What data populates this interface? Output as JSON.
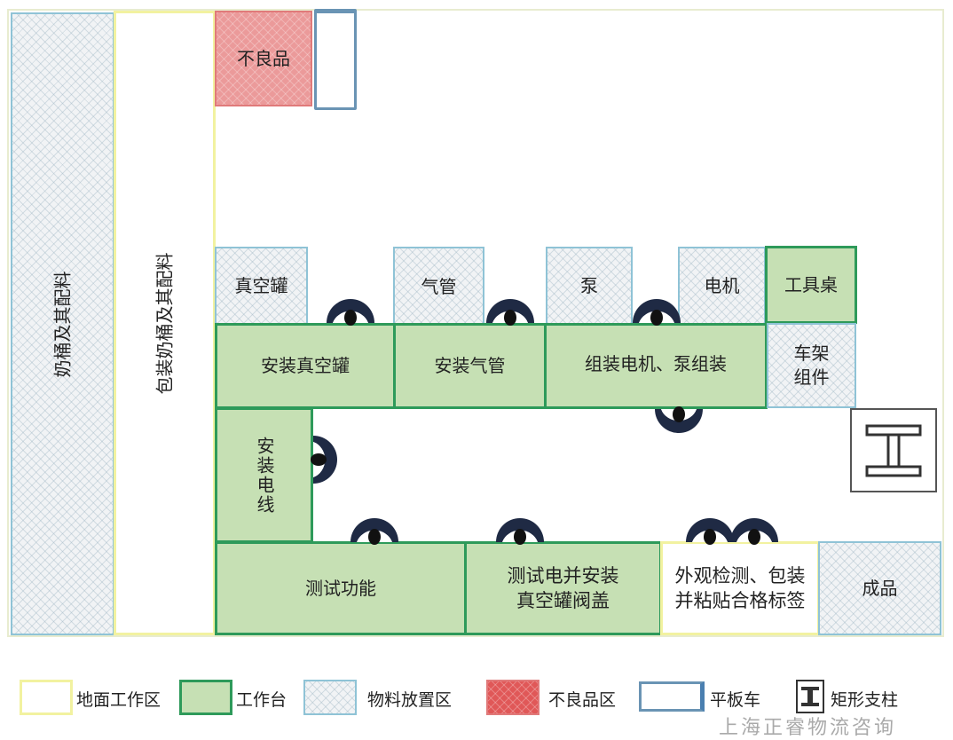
{
  "zones": {
    "milk_buckets": "奶桶及其配料",
    "packed_milk_buckets": "包装奶桶及其配料",
    "defective": "不良品",
    "vacuum_tank_material": "真空罐",
    "air_pipe_material": "气管",
    "pump_material": "泵",
    "motor_material": "电机",
    "tool_table": "工具桌",
    "install_vacuum_tank": "安装真空罐",
    "install_air_pipe": "安装气管",
    "assemble_motor_pump": "组装电机、泵组装",
    "frame_assembly": "车架组件",
    "install_wires": "安装电线",
    "test_function": "测试功能",
    "test_electric_line1": "测试电并安装",
    "test_electric_line2": "真空罐阀盖",
    "inspect_pack_line1": "外观检测、包装",
    "inspect_pack_line2": "并粘贴合格标签",
    "finished_goods": "成品"
  },
  "legend": {
    "ground_area": "地面工作区",
    "workbench": "工作台",
    "material_area": "物料放置区",
    "defective_area": "不良品区",
    "flatcar": "平板车",
    "pillar": "矩形支柱"
  },
  "watermark": "上海正睿物流咨询",
  "colors": {
    "bench_fill": "#c6e0b4",
    "bench_border": "#2e9a5a",
    "ground_border": "#f2f2a0",
    "material_border": "#8fc3d6",
    "defective": "#eb9a9a",
    "operator": "#1f2a44"
  }
}
